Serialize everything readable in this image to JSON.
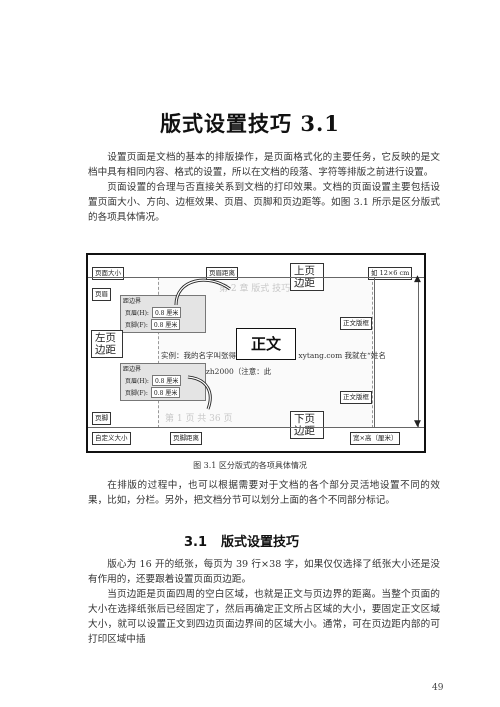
{
  "title": "版式设置技巧 3.1",
  "paragraphs": {
    "p1": "设置页面是文档的基本的排版操作，是页面格式化的主要任务，它反映的是文档中具有相同内容、格式的设置，所以在文档的段落、字符等排版之前进行设置。",
    "p2": "页面设置的合理与否直接关系到文档的打印效果。文档的页面设置主要包括设置页面大小、方向、边框效果、页眉、页脚和页边距等。如图 3.1 所示是区分版式的各项具体情况。",
    "p3": "在排版的过程中，也可以根据需要对于文档的各个部分灵活地设置不同的效果，比如，分栏。另外，把文档分节可以划分上面的各个不同部分标记。",
    "p4": "版心为 16 开的纸张，每页为 39 行×38 字，如果仅仅选择了纸张大小还是没有作用的，还要跟着设置页面页边距。",
    "p5": "当页边距是页面四周的空白区域，也就是正文与页边界的距离。当整个页面的大小在选择纸张后已经固定了，然后再确定正文所占区域的大小，要固定正文区域大小，就可以设置正文到四边页面边界间的区域大小。通常，可在页边距内部的可打印区域中插"
  },
  "figure": {
    "labels": {
      "page_size": "页面大小",
      "header_distance": "页眉距离",
      "top_margin": "上页\n边距",
      "dims": "如 12×6 cm",
      "header": "页眉",
      "left_margin": "左页\n边距",
      "body": "正文",
      "body_width_1": "正文版框",
      "body_width_2": "正文版框",
      "footer": "页脚",
      "custom_size": "自定义大小",
      "footer_distance": "页脚距离",
      "bottom_margin": "下页\n边距",
      "wh": "宽×高（厘米）"
    },
    "dialog_top": {
      "header": "距边界",
      "row1_label": "页眉(H):",
      "row1_value": "0.8 厘米",
      "row2_label": "页脚(F):",
      "row2_value": "0.8 厘米"
    },
    "dialog_bottom": {
      "header": "距边界",
      "row1_label": "页眉(H):",
      "row1_value": "0.8 厘米",
      "row2_label": "页脚(F):",
      "row2_value": "0.8 厘米"
    },
    "doc_text": {
      "top_faint": "第 2 章  版式 技巧",
      "line1": "实例：我的名字叫张得，我的电子邮箱是 xytang.com 我就在“姓名",
      "line2": "中 ...... xangzh2000（注意：此",
      "bottom_faint": "第 1 页 共 36 页"
    },
    "caption": "图 3.1    区分版式的各项具体情况"
  },
  "section": {
    "number": "3.1",
    "title": "版式设置技巧"
  },
  "page_number": "49"
}
